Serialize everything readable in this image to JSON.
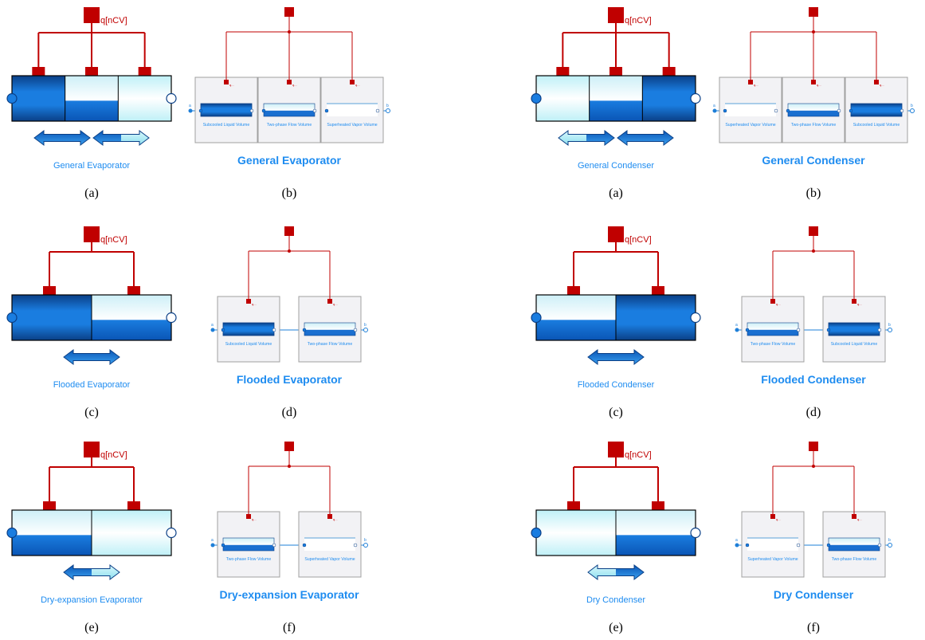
{
  "colors": {
    "signal": "#c00000",
    "liquid": "#1a7de0",
    "vapor": "#e6fbff",
    "title": "#1e8cf0",
    "wire": "#1e7fd8",
    "boxBorder": "#a0a0a0",
    "boxFill": "#f2f2f5"
  },
  "heat_port_label": "q[nCV]",
  "port_a": "a",
  "port_b": "b",
  "port_q": "q...",
  "panels": [
    {
      "id": "evap-general-icon",
      "kind": "icon",
      "title": "General Evaporator",
      "caption": "(a)",
      "fills": [
        "liquid",
        "two-phase",
        "vapor"
      ],
      "arrows": [
        "liquid-twophase",
        "twophase-vapor"
      ]
    },
    {
      "id": "evap-general-diagram",
      "kind": "diagram",
      "title": "General Evaporator",
      "caption": "(b)",
      "volumes": [
        {
          "name": "Subcooled Liquid Volume",
          "fill": "liquid"
        },
        {
          "name": "Two-phase Flow Volume",
          "fill": "two-phase"
        },
        {
          "name": "Superheated Vapor Volume",
          "fill": "vapor"
        }
      ]
    },
    {
      "id": "cond-general-icon",
      "kind": "icon",
      "title": "General Condenser",
      "caption": "(a)",
      "fills": [
        "vapor",
        "two-phase",
        "liquid"
      ],
      "arrows": [
        "vapor-twophase",
        "twophase-liquid"
      ]
    },
    {
      "id": "cond-general-diagram",
      "kind": "diagram",
      "title": "General Condenser",
      "caption": "(b)",
      "volumes": [
        {
          "name": "Superheated Vapor Volume",
          "fill": "vapor"
        },
        {
          "name": "Two-phase Flow Volume",
          "fill": "two-phase"
        },
        {
          "name": "Subcooled Liquid Volume",
          "fill": "liquid"
        }
      ]
    },
    {
      "id": "evap-flooded-icon",
      "kind": "icon",
      "title": "Flooded Evaporator",
      "caption": "(c)",
      "fills": [
        "liquid",
        "two-phase"
      ],
      "arrows": [
        "liquid-twophase"
      ]
    },
    {
      "id": "evap-flooded-diagram",
      "kind": "diagram",
      "title": "Flooded Evaporator",
      "caption": "(d)",
      "volumes": [
        {
          "name": "Subcooled Liquid Volume",
          "fill": "liquid"
        },
        {
          "name": "Two-phase Flow Volume",
          "fill": "two-phase"
        }
      ]
    },
    {
      "id": "cond-flooded-icon",
      "kind": "icon",
      "title": "Flooded Condenser",
      "caption": "(c)",
      "fills": [
        "two-phase",
        "liquid"
      ],
      "arrows": [
        "twophase-liquid"
      ]
    },
    {
      "id": "cond-flooded-diagram",
      "kind": "diagram",
      "title": "Flooded Condenser",
      "caption": "(d)",
      "volumes": [
        {
          "name": "Two-phase Flow Volume",
          "fill": "two-phase"
        },
        {
          "name": "Subcooled Liquid Volume",
          "fill": "liquid"
        }
      ]
    },
    {
      "id": "evap-dry-icon",
      "kind": "icon",
      "title": "Dry-expansion Evaporator",
      "caption": "(e)",
      "fills": [
        "two-phase",
        "vapor"
      ],
      "arrows": [
        "twophase-vapor"
      ]
    },
    {
      "id": "evap-dry-diagram",
      "kind": "diagram",
      "title": "Dry-expansion Evaporator",
      "caption": "(f)",
      "volumes": [
        {
          "name": "Two-phase Flow Volume",
          "fill": "two-phase"
        },
        {
          "name": "Superheated Vapor Volume",
          "fill": "vapor"
        }
      ]
    },
    {
      "id": "cond-dry-icon",
      "kind": "icon",
      "title": "Dry Condenser",
      "caption": "(e)",
      "fills": [
        "vapor",
        "two-phase"
      ],
      "arrows": [
        "vapor-twophase"
      ]
    },
    {
      "id": "cond-dry-diagram",
      "kind": "diagram",
      "title": "Dry Condenser",
      "caption": "(f)",
      "volumes": [
        {
          "name": "Superheated Vapor Volume",
          "fill": "vapor"
        },
        {
          "name": "Two-phase Flow Volume",
          "fill": "two-phase"
        }
      ]
    }
  ]
}
